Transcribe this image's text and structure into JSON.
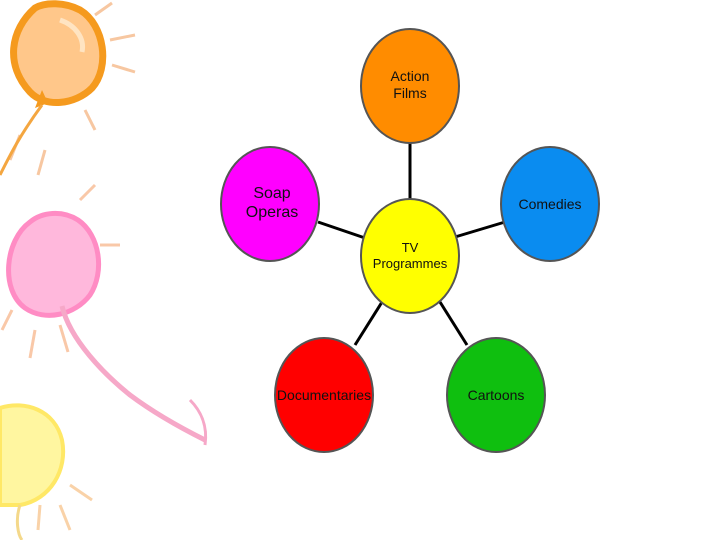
{
  "diagram": {
    "center": {
      "label": "TV\nProgrammes",
      "color": "#ffff00"
    },
    "nodes": [
      {
        "id": "action-films",
        "label": "Action\nFilms",
        "color": "#ff8c00"
      },
      {
        "id": "comedies",
        "label": "Comedies",
        "color": "#0a8cf0"
      },
      {
        "id": "soap-operas",
        "label": "Soap\nOperas",
        "color": "#ff00ff"
      },
      {
        "id": "documentaries",
        "label": "Documentaries",
        "color": "#ff0000"
      },
      {
        "id": "cartoons",
        "label": "Cartoons",
        "color": "#0fbf0f"
      }
    ]
  },
  "decorations": {
    "balloon_colors": [
      "#ffb347",
      "#ff9ccf",
      "#fff27a"
    ],
    "ray_color": "#f4c58a",
    "string_color": "#f6a8c8"
  }
}
